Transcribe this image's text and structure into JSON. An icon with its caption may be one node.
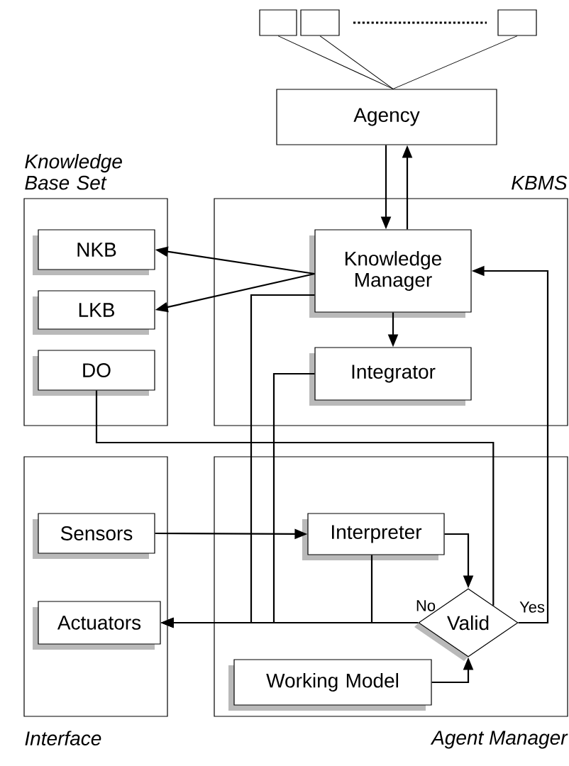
{
  "diagram": {
    "nodes": [
      {
        "text": [],
        "shape": "box"
      },
      {
        "text": [],
        "shape": "box"
      },
      {
        "text": [],
        "shape": "box"
      },
      {
        "text": [
          "Agency"
        ]
      },
      {
        "text": [
          "Knowledge Base Set"
        ]
      },
      {
        "text": [
          "NKB"
        ],
        "in": 4
      },
      {
        "text": [
          "LKB"
        ],
        "in": 4
      },
      {
        "text": [
          "DO"
        ],
        "in": 4
      },
      {
        "text": [
          "KBMS"
        ]
      },
      {
        "text": [
          "Knowledge Manager"
        ],
        "in": 8
      },
      {
        "text": [
          "Integrator"
        ],
        "in": 8
      },
      {
        "text": [
          "Interface"
        ]
      },
      {
        "text": [
          "Sensors"
        ],
        "in": 11
      },
      {
        "text": [
          "Actuators"
        ],
        "in": 11
      },
      {
        "text": [
          "Agent Manager"
        ]
      },
      {
        "text": [
          "Interpreter"
        ],
        "in": 14
      },
      {
        "text": [
          "Valid"
        ],
        "in": 14
      },
      {
        "text": [
          "Working Model"
        ],
        "in": 14
      }
    ],
    "edges": [
      {
        "from": 0,
        "to": 3,
        "arrow": "none"
      },
      {
        "from": 1,
        "to": 3,
        "arrow": "none"
      },
      {
        "from": 2,
        "to": 3,
        "arrow": "none"
      },
      {
        "from": 3,
        "to": 9,
        "arrow": "to"
      },
      {
        "from": 9,
        "to": 3,
        "arrow": "to"
      },
      {
        "from": 9,
        "to": 5,
        "arrow": "to"
      },
      {
        "from": 9,
        "to": 6,
        "arrow": "to"
      },
      {
        "from": 9,
        "to": 10,
        "arrow": "to"
      },
      {
        "from": 7,
        "to": 16,
        "arrow": "none"
      },
      {
        "from": 16,
        "to": 13,
        "arrow": "to",
        "label": "No"
      },
      {
        "from": 9,
        "to": 13,
        "arrow": "to"
      },
      {
        "from": 10,
        "to": 13,
        "arrow": "to"
      },
      {
        "from": 15,
        "to": 13,
        "arrow": "to"
      },
      {
        "from": 16,
        "to": 9,
        "arrow": "to",
        "label": "Yes"
      },
      {
        "from": 12,
        "to": 15,
        "arrow": "to"
      },
      {
        "from": 15,
        "to": 16,
        "arrow": "to"
      },
      {
        "from": 17,
        "to": 16,
        "arrow": "to"
      }
    ]
  }
}
